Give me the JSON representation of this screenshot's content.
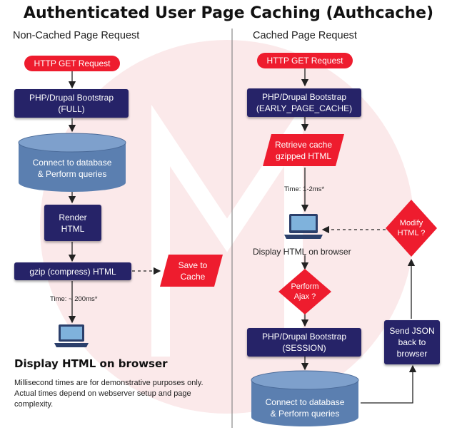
{
  "title": "Authenticated User Page Caching (Authcache)",
  "left": {
    "heading": "Non-Cached Page Request",
    "http": "HTTP GET Request",
    "bootstrap": "PHP/Drupal Bootstrap\n(FULL)",
    "db": "Connect to database\n& Perform queries",
    "render": "Render\nHTML",
    "gzip": "gzip (compress) HTML",
    "save": "Save to\nCache",
    "time": "Time: ~ 200ms*",
    "display": "Display HTML on browser",
    "note": "Millisecond times are for demonstrative purposes only. Actual times depend on webserver setup and page complexity."
  },
  "right": {
    "heading": "Cached Page Request",
    "http": "HTTP GET Request",
    "bootstrap": "PHP/Drupal Bootstrap\n(EARLY_PAGE_CACHE)",
    "retrieve": "Retrieve cache\ngzipped HTML",
    "time": "Time: 1-2ms*",
    "display": "Display HTML on browser",
    "ajax": "Perform\nAjax ?",
    "bootstrap2": "PHP/Drupal Bootstrap\n(SESSION)",
    "db": "Connect to database\n& Perform queries",
    "json": "Send JSON\nback to\nbrowser",
    "modify": "Modify\nHTML ?"
  },
  "colors": {
    "red": "#ee1c2e",
    "navy": "#262368",
    "cylinder": "#5b7fb0"
  }
}
